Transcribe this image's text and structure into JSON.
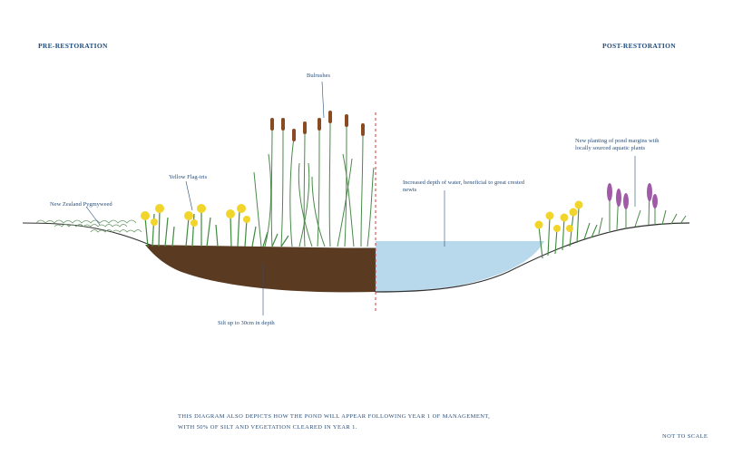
{
  "headings": {
    "pre": "PRE-RESTORATION",
    "post": "POST-RESTORATION"
  },
  "labels": {
    "pygmyweed": "New Zealand Pygmyweed",
    "flagiris": "Yellow Flag-iris",
    "bulrushes": "Bulrushes",
    "silt": "Silt up to 30cm in depth",
    "water": "Increased depth of water, beneficial to great crested newts",
    "planting_line1": "New planting of pond margins with",
    "planting_line2": "locally sourced aquatic plants"
  },
  "caption": {
    "line1": "THIS DIAGRAM ALSO DEPICTS HOW THE POND WILL APPEAR FOLLOWING YEAR 1 OF MANAGEMENT,",
    "line2": "WITH 50% OF SILT AND VEGETATION CLEARED IN YEAR 1."
  },
  "scale_note": "NOT TO SCALE",
  "colors": {
    "label_text": "#2a4f7a",
    "silt": "#5a3a20",
    "water": "#b8d8ec",
    "divider": "#d8373a",
    "iris_flower": "#f2d52a",
    "bulrush_head": "#8a4a22",
    "purple_loosestrife": "#a05aa8",
    "reed_green": "#4a8a4a"
  }
}
